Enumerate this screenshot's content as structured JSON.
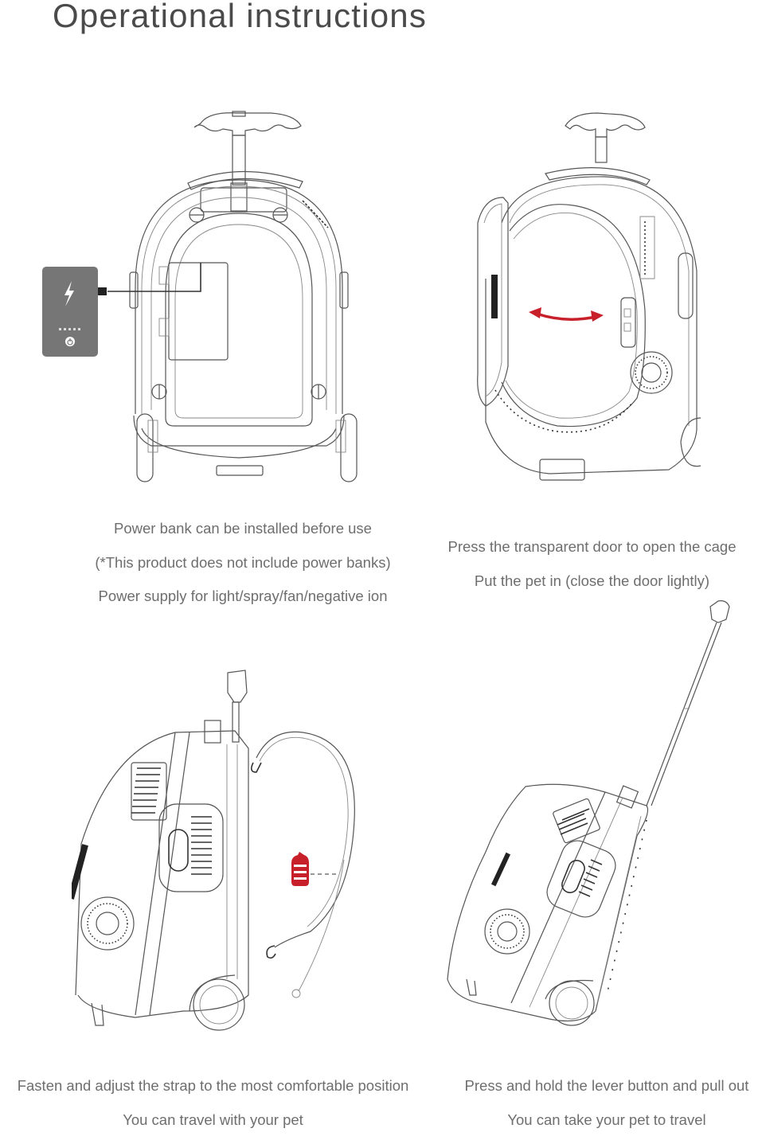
{
  "page": {
    "title": "Operational instructions"
  },
  "steps": [
    {
      "id": "power-bank",
      "illustration": "front-view-with-power-bank",
      "captions": [
        "Power bank can be installed before use",
        "(*This product does not include power banks)",
        "Power supply for light/spray/fan/negative ion"
      ],
      "power_bank": {
        "icon": "lightning-bolt-icon",
        "indicator_dots": 5,
        "button_icon": "power-icon",
        "color": "#767676"
      }
    },
    {
      "id": "open-door",
      "illustration": "three-quarter-view-door-open",
      "captions": [
        "Press the transparent door to open the cage",
        "Put the pet in (close the door lightly)"
      ],
      "arrow": {
        "icon": "double-arrow-icon",
        "color": "#c8202a"
      }
    },
    {
      "id": "strap",
      "illustration": "side-view-with-strap",
      "captions": [
        "Fasten and adjust the strap to the most comfortable position",
        "You can travel with your pet"
      ],
      "buckle": {
        "icon": "strap-buckle-icon",
        "color": "#c8202a"
      }
    },
    {
      "id": "pull-handle",
      "illustration": "side-view-tilted-handle-extended",
      "captions": [
        "Press and hold the lever button and pull out",
        "You can take your pet to travel"
      ]
    }
  ],
  "colors": {
    "title_text": "#4a4a4a",
    "caption_text": "#6e6e6e",
    "line_art": "#555555",
    "accent_red": "#c8202a",
    "power_bank_gray": "#767676"
  }
}
